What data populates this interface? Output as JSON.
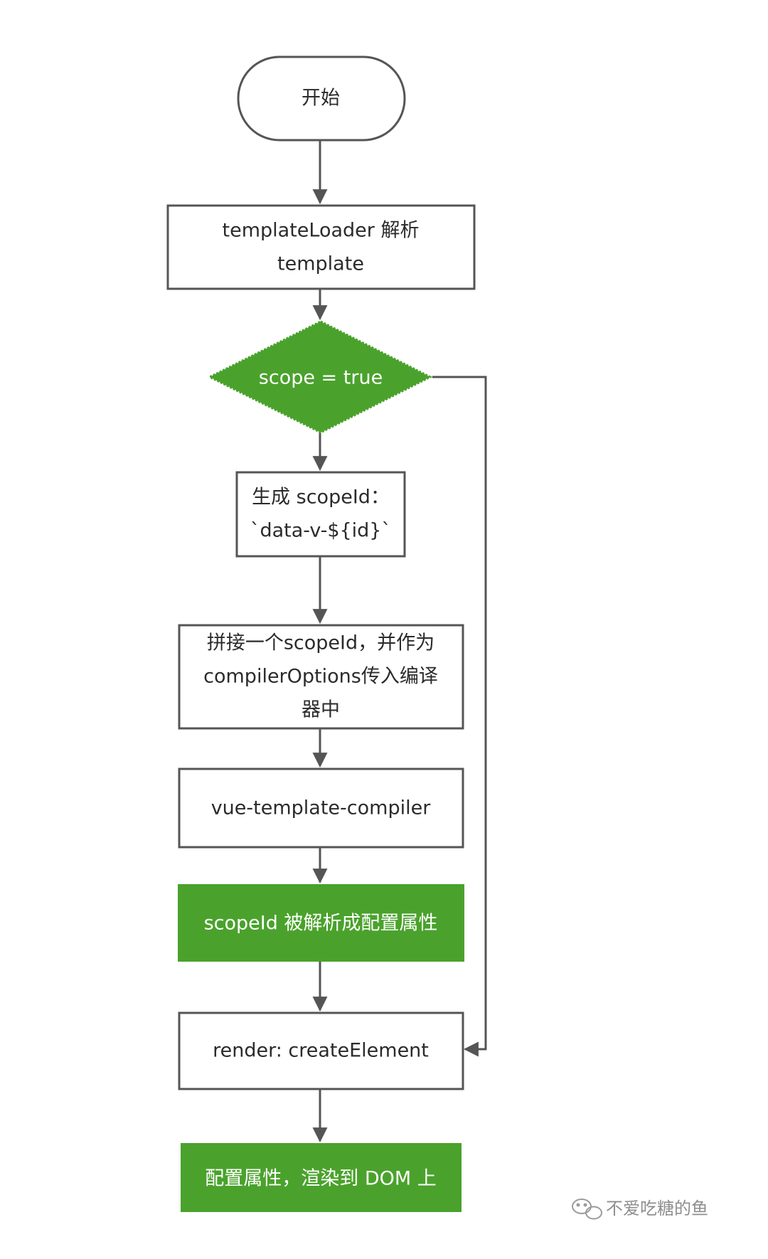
{
  "colors": {
    "stroke": "#555555",
    "green": "#4aa22c",
    "text_dark": "#2b2b2b",
    "text_light": "#ffffff",
    "watermark": "#7b7b7b"
  },
  "nodes": {
    "start": {
      "lines": [
        "开始"
      ]
    },
    "template_loader": {
      "lines": [
        "templateLoader 解析",
        "template"
      ]
    },
    "scope_check": {
      "lines": [
        "scope = true"
      ]
    },
    "generate_scope_id": {
      "lines": [
        "生成 scopeId：",
        "`data-v-${id}`"
      ]
    },
    "concat_scope_id": {
      "lines": [
        "拼接一个scopeId，并作为",
        "compilerOptions传入编译",
        "器中"
      ]
    },
    "vue_template_compiler": {
      "lines": [
        "vue-template-compiler"
      ]
    },
    "scope_id_parsed": {
      "lines": [
        "scopeId 被解析成配置属性"
      ]
    },
    "render_create_element": {
      "lines": [
        "render: createElement"
      ]
    },
    "render_to_dom": {
      "lines": [
        "配置属性，渲染到 DOM 上"
      ]
    }
  },
  "watermark": {
    "icon": "wechat-icon",
    "text": "不爱吃糖的鱼"
  }
}
